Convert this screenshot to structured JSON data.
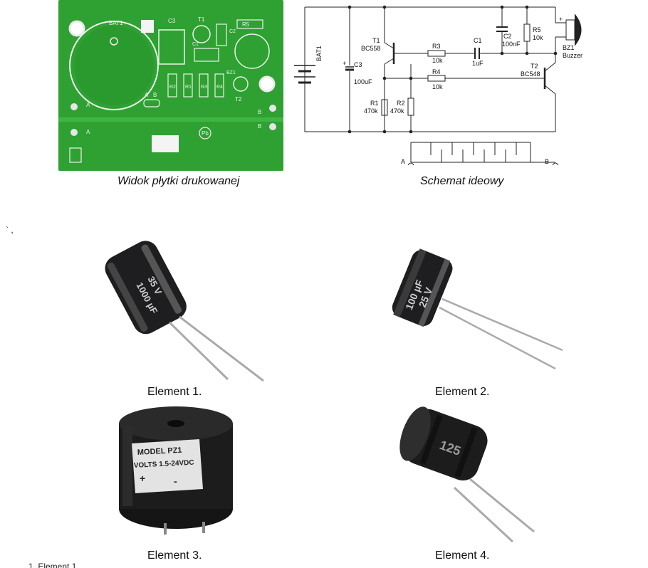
{
  "pcb": {
    "caption": "Widok płytki drukowanej",
    "silk": {
      "bat1": "BAT1",
      "c3": "C3",
      "t1": "T1",
      "r5": "R5",
      "c2": "C2",
      "c1": "C1",
      "r2": "R2",
      "r1": "R1",
      "r3": "R3",
      "r4": "R4",
      "bz1": "BZ1",
      "t2": "T2",
      "a": "A",
      "b": "B",
      "pb": "Pb"
    }
  },
  "schematic": {
    "caption": "Schemat ideowy",
    "labels": {
      "bat1": "BAT1",
      "c3": "C3",
      "c3_value": "100uF",
      "c3_plus": "+",
      "t1": "T1",
      "t1_type": "BC558",
      "r3": "R3",
      "r3_value": "10k",
      "c1": "C1",
      "c1_value": "1uF",
      "c2": "C2",
      "c2_value": "100nF",
      "r5": "R5",
      "r5_value": "10k",
      "bz1": "BZ1",
      "bz1_type": "Buzzer",
      "bz_plus": "+",
      "r4": "R4",
      "r4_value": "10k",
      "t2": "T2",
      "t2_type": "BC548",
      "r1": "R1",
      "r1_value": "470k",
      "r2": "R2",
      "r2_value": "470k",
      "a": "A",
      "b": "B"
    }
  },
  "stray_mark": "` ,",
  "elements": [
    {
      "caption": "Element 1.",
      "marking": [
        "1000 µF",
        "35 V"
      ]
    },
    {
      "caption": "Element 2.",
      "marking": [
        "100 µF",
        "25 V"
      ]
    },
    {
      "caption": "Element 3.",
      "marking": [
        "MODEL PZ1",
        "VOLTS 1.5-24VDC",
        "+",
        "-"
      ]
    },
    {
      "caption": "Element 4.",
      "marking": [
        "125"
      ]
    }
  ],
  "footer_text": "1.   Element 1",
  "colors": {
    "pcb_green": "#2fa032",
    "pcb_pad": "#e6e6e6",
    "capacitor_body": "#1e1e20",
    "wire": "#222222"
  }
}
